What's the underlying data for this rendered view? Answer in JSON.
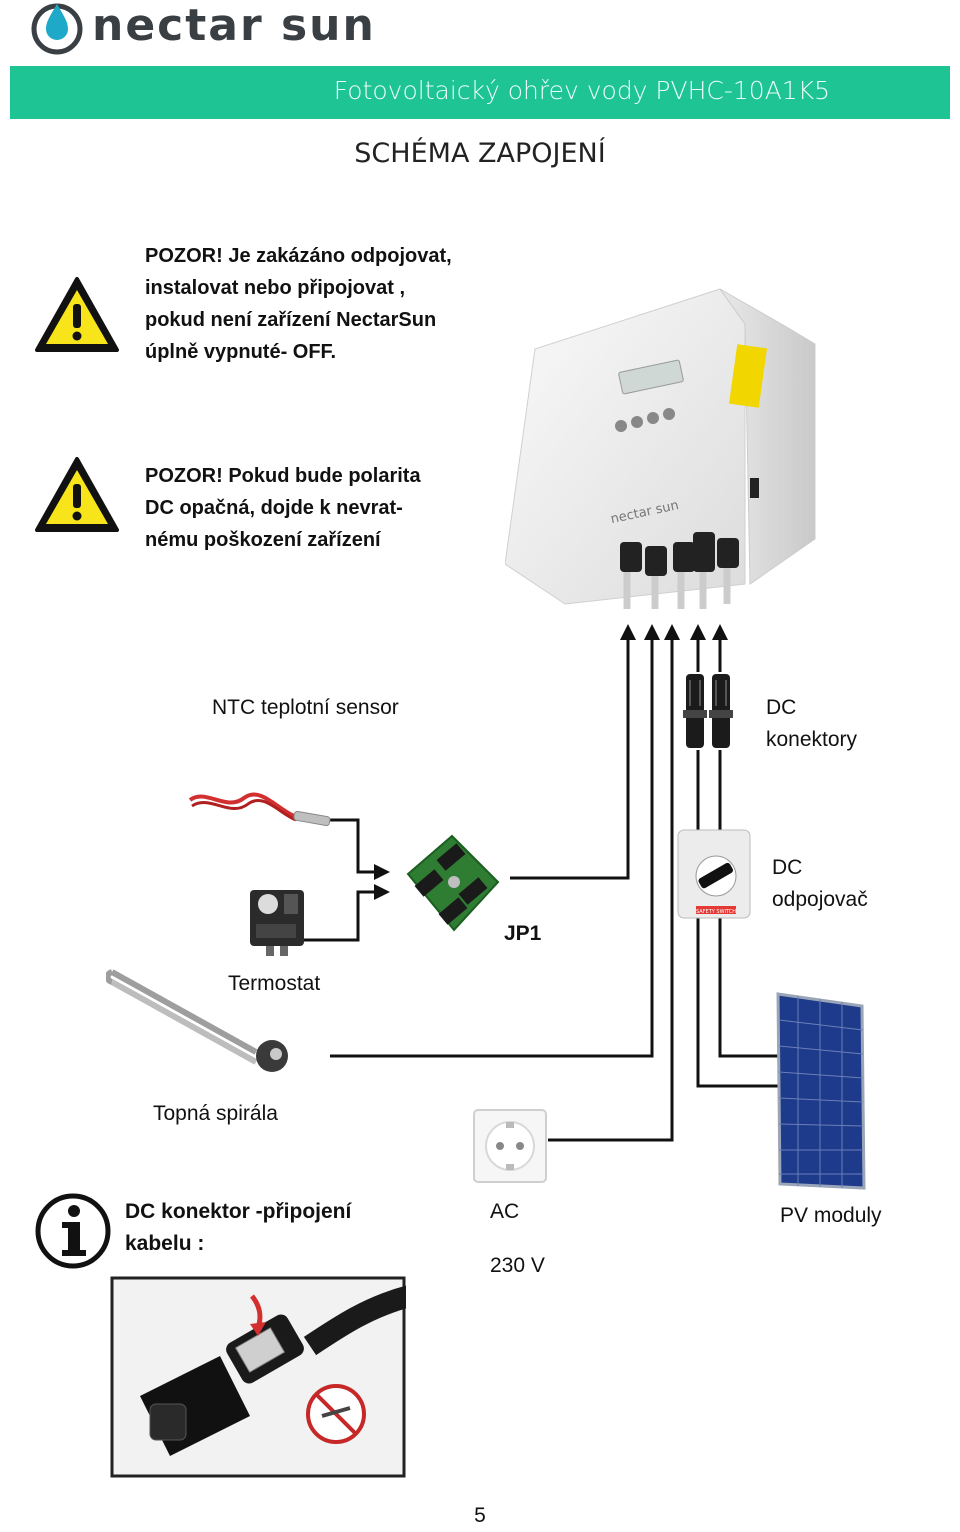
{
  "header": {
    "brand": "nectar sun",
    "banner_text": "Fotovoltaický ohřev vody  PVHC-10A1K5",
    "banner_color": "#1fc494"
  },
  "page_title": "SCHÉMA ZAPOJENÍ",
  "warnings": [
    {
      "icon": "warning-triangle-icon",
      "lines": [
        "POZOR! Je zakázáno odpojovat,",
        "instalovat nebo připojovat ,",
        "pokud není zařízení NectarSun",
        "úplně vypnuté- OFF."
      ]
    },
    {
      "icon": "warning-triangle-icon",
      "lines": [
        "POZOR! Pokud bude polarita",
        "DC opačná, dojde k nevrat-",
        "nému poškození zařízení"
      ]
    }
  ],
  "device": {
    "brand_label": "nectar sun"
  },
  "labels": {
    "ntc": "NTC teplotní sensor",
    "dc_connectors": [
      "DC",
      "konektory"
    ],
    "dc_disconnector": [
      "DC",
      "odpojovač"
    ],
    "jp1": "JP1",
    "thermostat": "Termostat",
    "heating_coil": "Topná spirála",
    "ac": "AC",
    "voltage": "230 V",
    "pv_modules": "PV moduly",
    "safety_switch": "SAFETY SWITCH"
  },
  "info": {
    "icon": "info-icon",
    "lines": [
      "DC konektor -připojení",
      "kabelu :"
    ]
  },
  "page_number": "5"
}
